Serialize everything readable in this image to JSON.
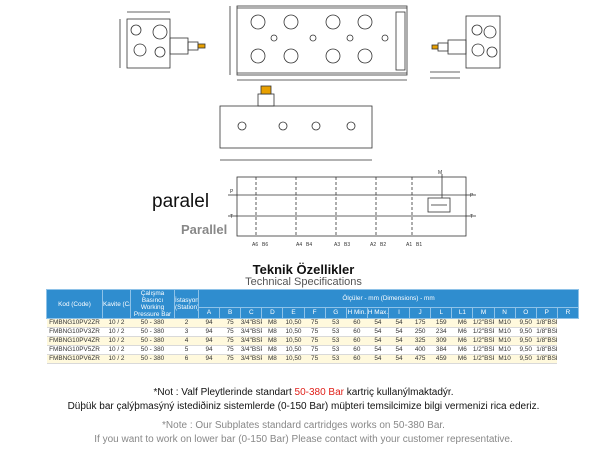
{
  "drawing": {
    "labels": {
      "ab_row": [
        "A6",
        "B6",
        "A4",
        "B4",
        "A3",
        "B3",
        "A2",
        "B2",
        "A1",
        "B1"
      ],
      "pt_right": [
        "P",
        "T"
      ],
      "pt_left": [
        "P",
        "T"
      ],
      "m_label": "M"
    }
  },
  "titles": {
    "paralel": "paralel",
    "parallel": "Parallel"
  },
  "spec": {
    "title": "Teknik Özellikler",
    "subtitle": "Technical Specifications",
    "headers": {
      "kod": "Kod (Code)",
      "kavite": "Kavite (Cavity)",
      "basinc": "Çalışma Basıncı Working Pressure Bar",
      "istasyon": "İstasyon (Station)",
      "olculer": "Ölçüler - mm (Dimensions) - mm"
    },
    "dim_cols": [
      "A",
      "B",
      "C",
      "D",
      "E",
      "F",
      "G",
      "H Min.",
      "H Max.",
      "I",
      "J",
      "L",
      "L1",
      "M",
      "N",
      "O",
      "P",
      "R"
    ],
    "rows": [
      [
        "FMBNG10PV2ZR",
        "10 / 2",
        "50 - 380",
        "2",
        "94",
        "75",
        "3/4\"BSP",
        "M8",
        "10,50",
        "75",
        "53",
        "60",
        "54",
        "54",
        "175",
        "159",
        "M6",
        "1/2\"BSP",
        "M10",
        "9,50",
        "1/8\"BSP"
      ],
      [
        "FMBNG10PV3ZR",
        "10 / 2",
        "50 - 380",
        "3",
        "94",
        "75",
        "3/4\"BSP",
        "M8",
        "10,50",
        "75",
        "53",
        "60",
        "54",
        "54",
        "250",
        "234",
        "M6",
        "1/2\"BSP",
        "M10",
        "9,50",
        "1/8\"BSP"
      ],
      [
        "FMBNG10PV4ZR",
        "10 / 2",
        "50 - 380",
        "4",
        "94",
        "75",
        "3/4\"BSP",
        "M8",
        "10,50",
        "75",
        "53",
        "60",
        "54",
        "54",
        "325",
        "309",
        "M6",
        "1/2\"BSP",
        "M10",
        "9,50",
        "1/8\"BSP"
      ],
      [
        "FMBNG10PV5ZR",
        "10 / 2",
        "50 - 380",
        "5",
        "94",
        "75",
        "3/4\"BSP",
        "M8",
        "10,50",
        "75",
        "53",
        "60",
        "54",
        "54",
        "400",
        "384",
        "M6",
        "1/2\"BSP",
        "M10",
        "9,50",
        "1/8\"BSP"
      ],
      [
        "FMBNG10PV6ZR",
        "10 / 2",
        "50 - 380",
        "6",
        "94",
        "75",
        "3/4\"BSP",
        "M8",
        "10,50",
        "75",
        "53",
        "60",
        "54",
        "54",
        "475",
        "459",
        "M6",
        "1/2\"BSP",
        "M10",
        "9,50",
        "1/8\"BSP"
      ]
    ]
  },
  "notes": {
    "line1_pre": "*Not : Valf Pleytlerinde standart ",
    "line1_red": "50-380 Bar",
    "line1_post": " kartriç kullanýlmaktadýr.",
    "line2": "Düþük bar çalýþmasýný istediðiniz sistemlerde (0-150 Bar) müþteri temsilcimize bilgi vermenizi rica ederiz.",
    "line3": "*Note : Our Subplates standard cartridges works on 50-380 Bar.",
    "line4": "If you want to work on lower bar (0-150 Bar) Please contact with your customer representative."
  },
  "colors": {
    "header_blue": "#2f8dcf",
    "row_stripe": "#fff9dd",
    "note_red": "#e0201a"
  }
}
